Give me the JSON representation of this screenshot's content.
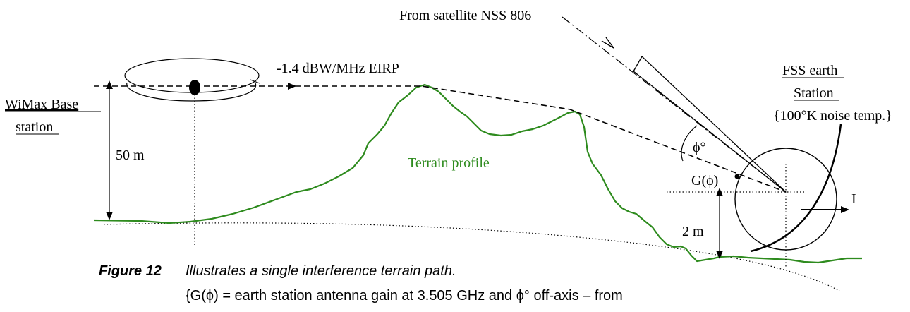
{
  "labels": {
    "satellite": "From satellite NSS 806",
    "eirp": "-1.4 dBW/MHz EIRP",
    "base_station_line1": "WiMax Base",
    "base_station_line2": "station",
    "height_base": "50 m",
    "terrain": "Terrain profile",
    "fss_line1": "FSS earth",
    "fss_line2": "Station",
    "fss_line3": "{100°K noise temp.}",
    "phi": "ϕ°",
    "gain": "G(ϕ)",
    "height_station": "2 m",
    "interference": "I"
  },
  "caption": {
    "figure_label": "Figure 12",
    "title": "Illustrates a single interference terrain path.",
    "note": "{G(ϕ) = earth station antenna gain at 3.505 GHz and ϕ° off-axis – from"
  },
  "colors": {
    "terrain": "#2e8b1e",
    "lines": "#000000"
  }
}
